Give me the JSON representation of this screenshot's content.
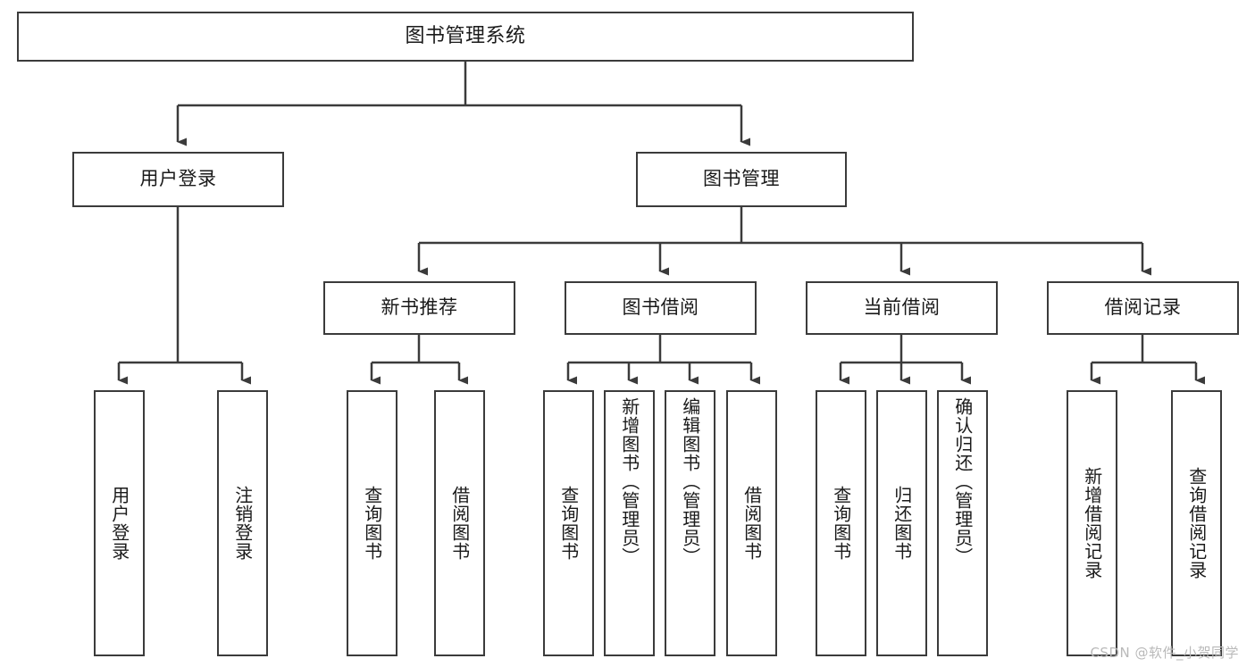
{
  "diagram": {
    "type": "tree-hierarchy",
    "title": "图书管理系统",
    "orientation": "top-down",
    "colors": {
      "node_border": "#3b3b3b",
      "node_fill": "#ffffff",
      "edge": "#3b3b3b",
      "text": "#1a1a1a",
      "watermark": "#b9b9b9",
      "background": "#ffffff"
    },
    "root": {
      "label": "图书管理系统",
      "name": "node-root-system"
    },
    "level1": [
      {
        "name": "node-user-login",
        "label": "用户登录"
      },
      {
        "name": "node-book-management",
        "label": "图书管理"
      }
    ],
    "level2": [
      {
        "name": "node-new-book-recommend",
        "label": "新书推荐"
      },
      {
        "name": "node-book-borrow",
        "label": "图书借阅"
      },
      {
        "name": "node-current-borrow",
        "label": "当前借阅"
      },
      {
        "name": "node-borrow-record",
        "label": "借阅记录"
      }
    ],
    "leaves": [
      {
        "name": "leaf-user-login",
        "label": "用户登录",
        "parent": "用户登录",
        "centered": true
      },
      {
        "name": "leaf-logout-login",
        "label": "注销登录",
        "parent": "用户登录",
        "centered": true
      },
      {
        "name": "leaf-query-book-1",
        "label": "查询图书",
        "parent": "新书推荐",
        "centered": true
      },
      {
        "name": "leaf-borrow-book-1",
        "label": "借阅图书",
        "parent": "新书推荐",
        "centered": true
      },
      {
        "name": "leaf-query-book-2",
        "label": "查询图书",
        "parent": "图书借阅",
        "centered": true
      },
      {
        "name": "leaf-add-book-admin",
        "label": "新增图书（管理员）",
        "parent": "图书借阅",
        "centered": false
      },
      {
        "name": "leaf-edit-book-admin",
        "label": "编辑图书（管理员）",
        "parent": "图书借阅",
        "centered": false
      },
      {
        "name": "leaf-borrow-book-2",
        "label": "借阅图书",
        "parent": "图书借阅",
        "centered": true
      },
      {
        "name": "leaf-query-book-3",
        "label": "查询图书",
        "parent": "当前借阅",
        "centered": true
      },
      {
        "name": "leaf-return-book",
        "label": "归还图书",
        "parent": "当前借阅",
        "centered": true
      },
      {
        "name": "leaf-confirm-return-admin",
        "label": "确认归还（管理员）",
        "parent": "当前借阅",
        "centered": false
      },
      {
        "name": "leaf-add-borrow-record",
        "label": "新增借阅记录",
        "parent": "借阅记录",
        "centered": true
      },
      {
        "name": "leaf-query-borrow-record",
        "label": "查询借阅记录",
        "parent": "借阅记录",
        "centered": true
      }
    ]
  },
  "watermark": {
    "text": "CSDN @软件_小贺同学"
  }
}
